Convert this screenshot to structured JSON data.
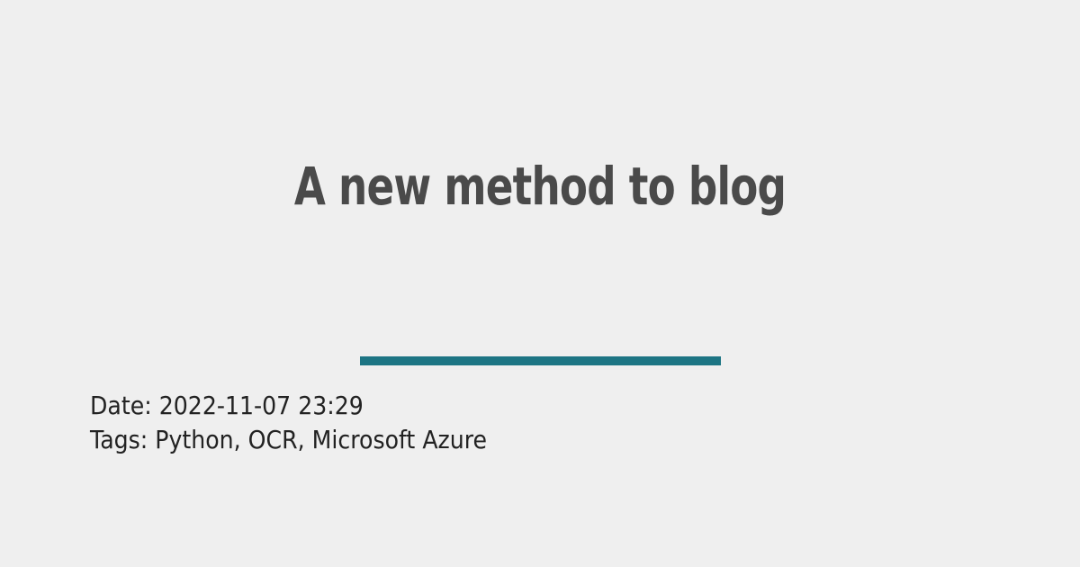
{
  "post": {
    "title": "A new method to blog",
    "date_line": "Date: 2022-11-07 23:29",
    "tags_line": "Tags: Python, OCR, Microsoft Azure"
  },
  "colors": {
    "background": "#efefef",
    "title": "#4a4a4a",
    "accent": "#1d7584",
    "meta_text": "#222222"
  }
}
